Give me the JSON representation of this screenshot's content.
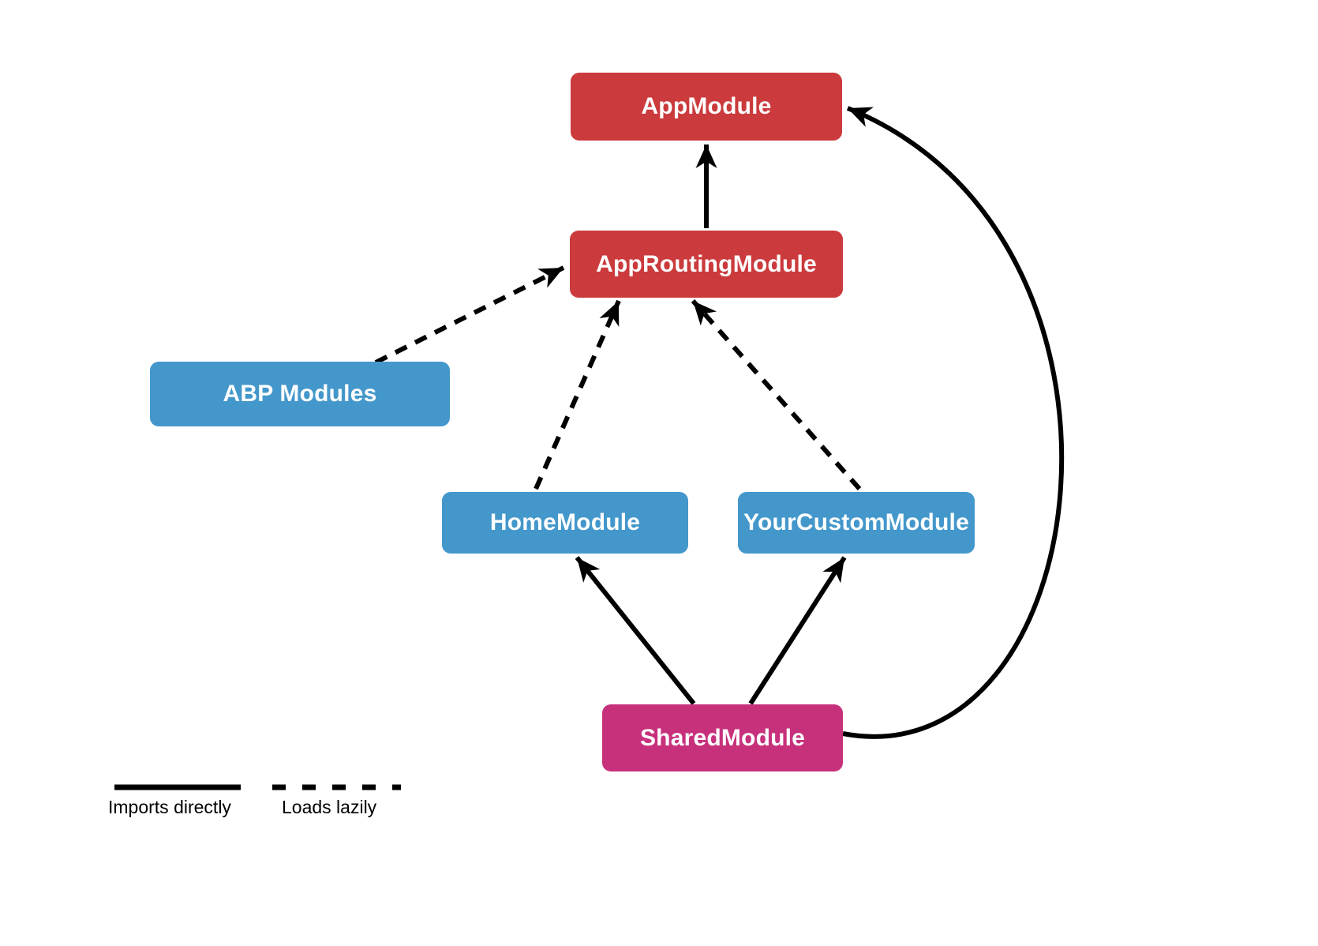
{
  "diagram": {
    "background": "#ffffff",
    "edge_color": "#000000",
    "nodes": {
      "app_module": {
        "label": "AppModule",
        "fill": "#cb3a3c"
      },
      "app_routing_module": {
        "label": "AppRoutingModule",
        "fill": "#cb3a3c"
      },
      "abp_modules": {
        "label": "ABP Modules",
        "fill": "#4397cb"
      },
      "home_module": {
        "label": "HomeModule",
        "fill": "#4397cb"
      },
      "your_custom_module": {
        "label": "YourCustomModule",
        "fill": "#4397cb"
      },
      "shared_module": {
        "label": "SharedModule",
        "fill": "#c7317c"
      }
    },
    "edges": [
      {
        "from": "AppRoutingModule",
        "to": "AppModule",
        "style": "solid",
        "relation": "Imports directly"
      },
      {
        "from": "ABP Modules",
        "to": "AppRoutingModule",
        "style": "dashed",
        "relation": "Loads lazily"
      },
      {
        "from": "HomeModule",
        "to": "AppRoutingModule",
        "style": "dashed",
        "relation": "Loads lazily"
      },
      {
        "from": "YourCustomModule",
        "to": "AppRoutingModule",
        "style": "dashed",
        "relation": "Loads lazily"
      },
      {
        "from": "SharedModule",
        "to": "HomeModule",
        "style": "solid",
        "relation": "Imports directly"
      },
      {
        "from": "SharedModule",
        "to": "YourCustomModule",
        "style": "solid",
        "relation": "Imports directly"
      },
      {
        "from": "SharedModule",
        "to": "AppModule",
        "style": "solid",
        "relation": "Imports directly"
      }
    ],
    "legend": {
      "solid_label": "Imports directly",
      "dashed_label": "Loads lazily"
    }
  }
}
